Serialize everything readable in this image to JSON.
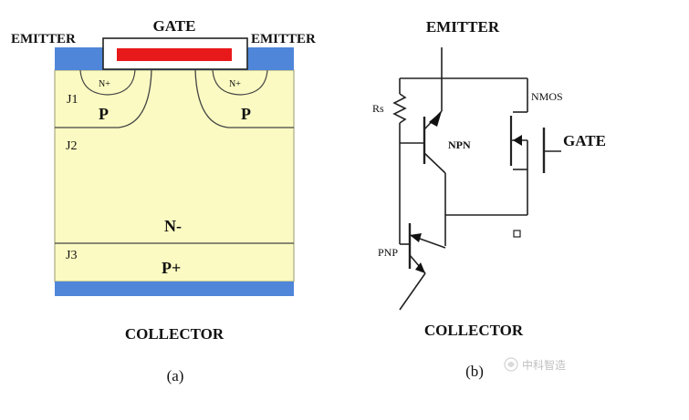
{
  "colors": {
    "silicon": "#fafac2",
    "metal": "#4f86d9",
    "gate_oxide_border": "#222222",
    "gate_poly": "#e8191b",
    "line": "#222222"
  },
  "cross_section": {
    "gate_label": "GATE",
    "emitter_left_label": "EMITTER",
    "emitter_right_label": "EMITTER",
    "n_plus_left": "N+",
    "n_plus_right": "N+",
    "p_left": "P",
    "p_right": "P",
    "j1": "J1",
    "j2": "J2",
    "j3": "J3",
    "n_minus": "N-",
    "p_plus": "P+",
    "collector_label": "COLLECTOR",
    "caption": "(a)"
  },
  "circuit": {
    "emitter_label": "EMITTER",
    "rs_label": "Rs",
    "npn_label": "NPN",
    "nmos_label": "NMOS",
    "gate_label": "GATE",
    "pnp_label": "PNP",
    "collector_label": "COLLECTOR",
    "caption": "(b)"
  },
  "watermark": {
    "text": "中科智造"
  }
}
